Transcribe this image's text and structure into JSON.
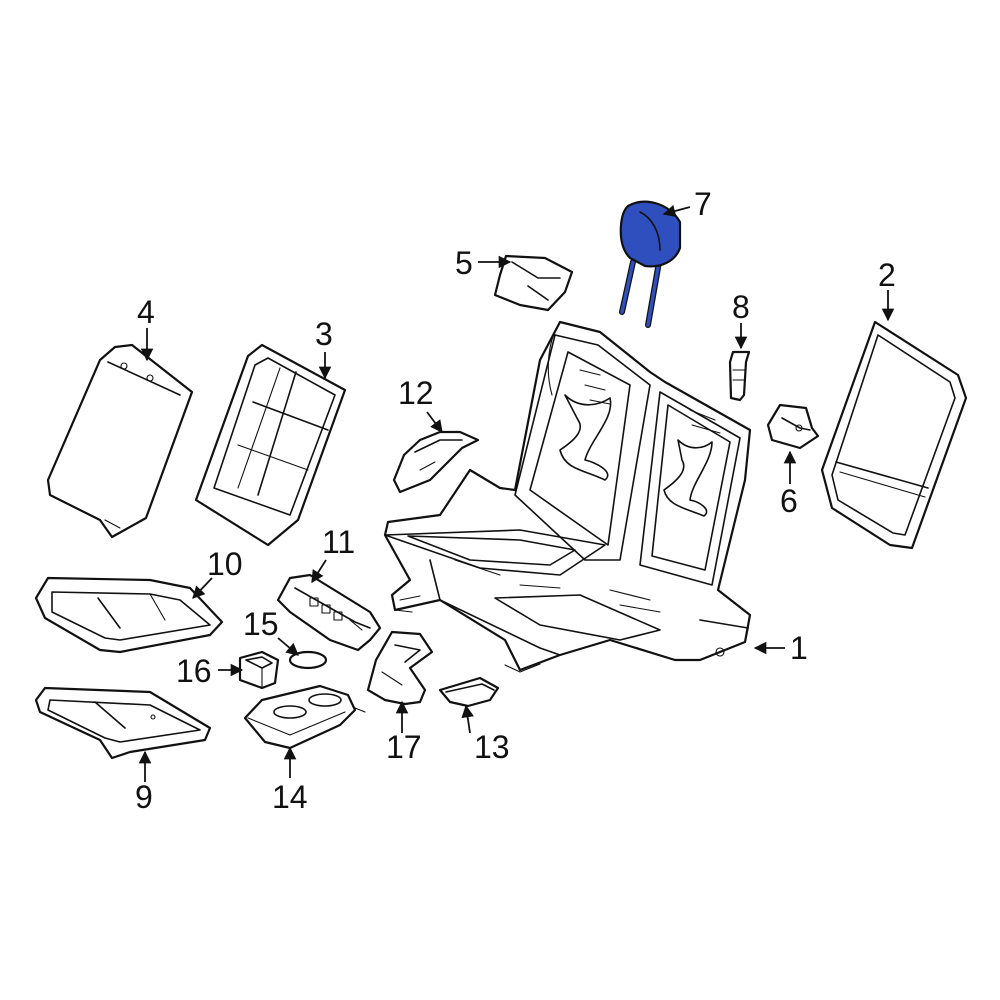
{
  "highlight_color": "#2f4fbf",
  "callouts": {
    "c1": "1",
    "c2": "2",
    "c3": "3",
    "c4": "4",
    "c5": "5",
    "c6": "6",
    "c7": "7",
    "c8": "8",
    "c9": "9",
    "c10": "10",
    "c11": "11",
    "c12": "12",
    "c13": "13",
    "c14": "14",
    "c15": "15",
    "c16": "16",
    "c17": "17"
  }
}
